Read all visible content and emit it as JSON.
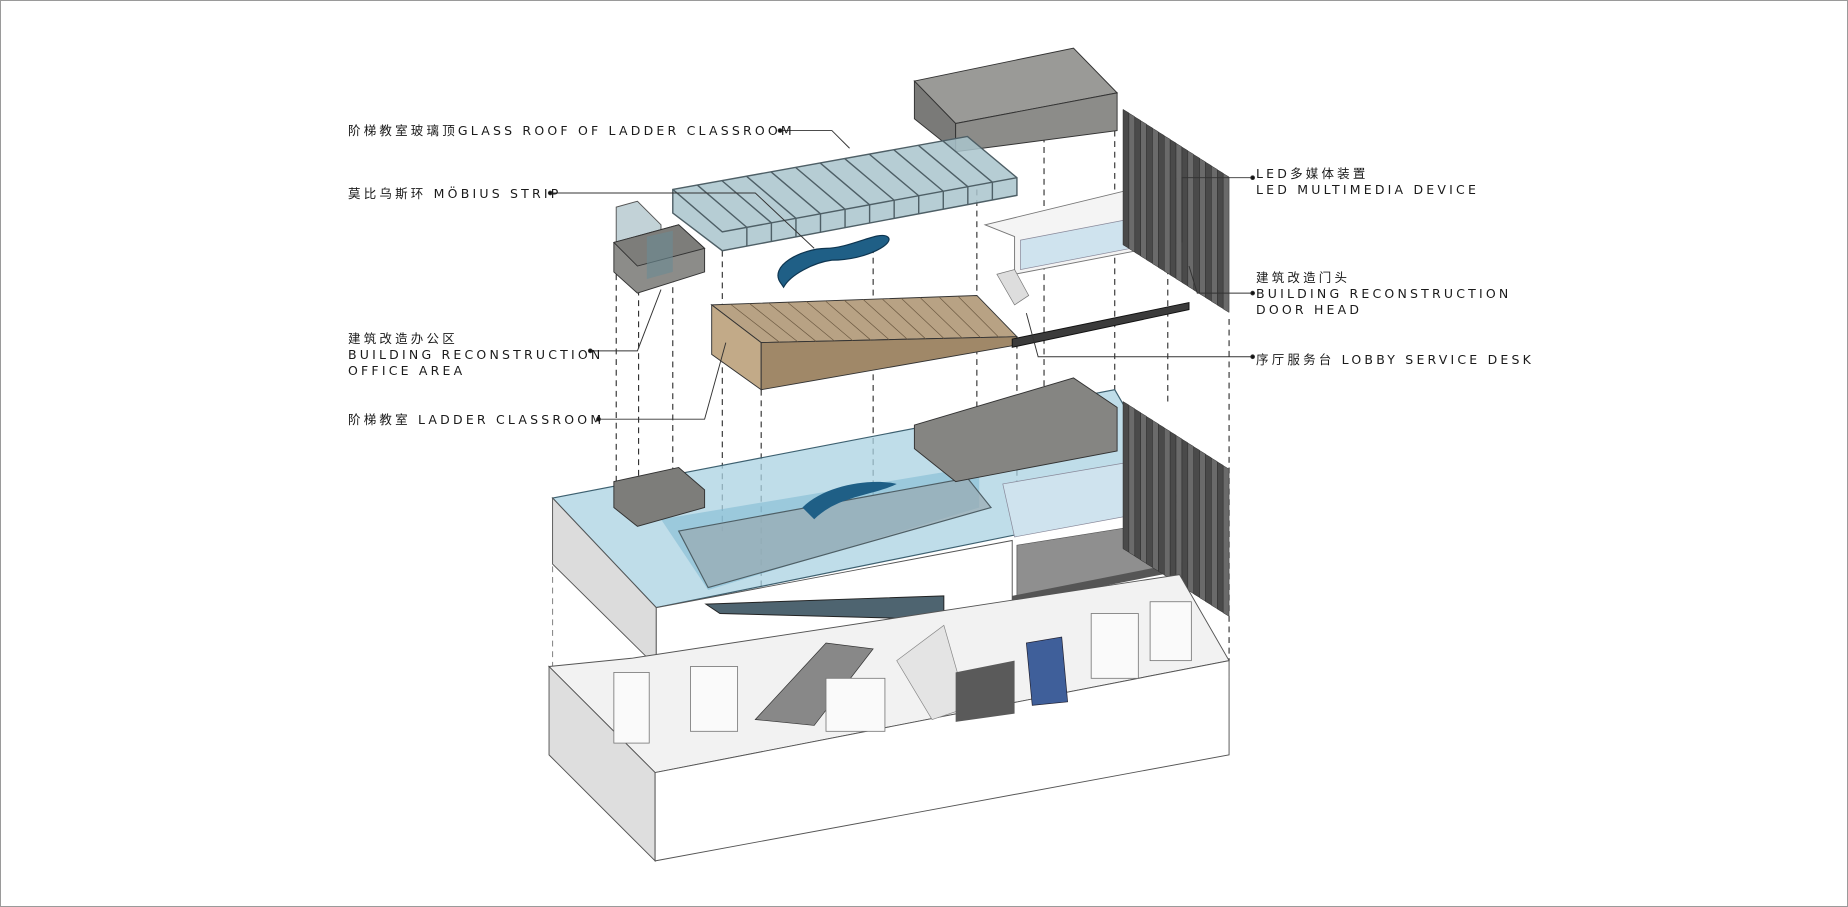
{
  "labels": {
    "glass_roof": "阶梯教室玻璃顶GLASS ROOF OF LADDER CLASSROOM",
    "mobius": "莫比乌斯环 MÖBIUS STRIP",
    "office_cn": "建筑改造办公区",
    "office_en1": "BUILDING RECONSTRUCTION",
    "office_en2": "OFFICE AREA",
    "ladder": "阶梯教室 LADDER CLASSROOM",
    "led_cn": "LED多媒体装置",
    "led_en": "LED MULTIMEDIA DEVICE",
    "door_cn": "建筑改造门头",
    "door_en1": "BUILDING RECONSTRUCTION",
    "door_en2": "DOOR HEAD",
    "lobby": "序厅服务台 LOBBY SERVICE DESK"
  },
  "colors": {
    "glass": "#9fc3d0",
    "glass_dark": "#5f7f8c",
    "grey_box": "#8a8a87",
    "tan": "#b39b7c",
    "mobius": "#1f5f86",
    "louver": "#5a5a5a"
  }
}
